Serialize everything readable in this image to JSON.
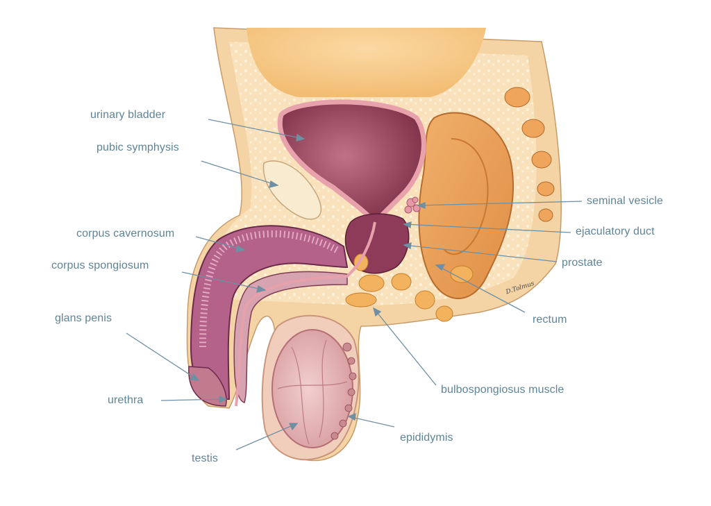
{
  "labels": {
    "urinary_bladder": "urinary bladder",
    "pubic_symphysis": "pubic symphysis",
    "corpus_cavernosum": "corpus cavernosum",
    "corpus_spongiosum": "corpus spongiosum",
    "glans_penis": "glans penis",
    "urethra": "urethra",
    "testis": "testis",
    "seminal_vesicle": "seminal vesicle",
    "ejaculatory_duct": "ejaculatory duct",
    "prostate": "prostate",
    "rectum": "rectum",
    "bulbospongiosus_muscle": "bulbospongiosus muscle",
    "epididymis": "epididymis"
  },
  "signature": "D.Tolmus",
  "colors": {
    "label_text": "#5f8496",
    "leader_line": "#6f8fa3",
    "skin": "#f6d8ad",
    "fat": "#fbe6c4",
    "bladder": "#9c4a63",
    "bladder_wall": "#e6a9b0",
    "erectile": "#b4628a",
    "testis": "#e4b7b7",
    "gland": "#f3b35e",
    "bowel": "#e8a35c",
    "bone": "#f8ebcf"
  }
}
